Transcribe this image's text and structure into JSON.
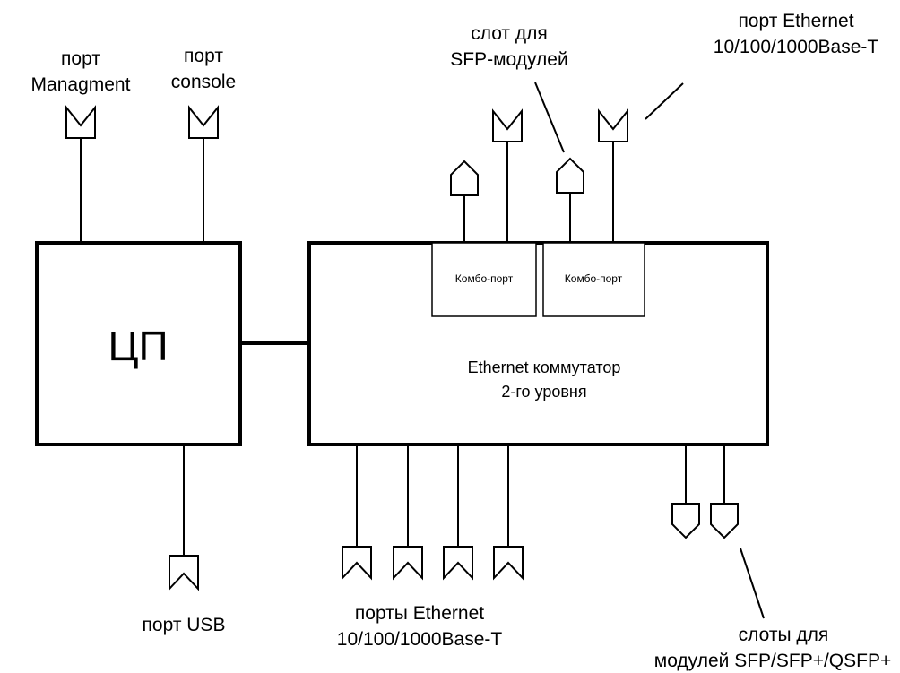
{
  "cpu": {
    "label": "ЦП"
  },
  "switch": {
    "label_line1": "Ethernet коммутатор",
    "label_line2": "2-го уровня"
  },
  "combo_ports": [
    {
      "label": "Комбо-порт"
    },
    {
      "label": "Комбо-порт"
    }
  ],
  "labels": {
    "mgmt": {
      "line1": "порт",
      "line2": "Managment"
    },
    "console": {
      "line1": "порт",
      "line2": "console"
    },
    "sfp_slot": {
      "line1": "слот для",
      "line2": "SFP-модулей"
    },
    "eth_top": {
      "line1": "порт Ethernet",
      "line2": "10/100/1000Base-T"
    },
    "usb": {
      "line1": "порт USB"
    },
    "eth_bottom": {
      "line1": "порты Ethernet",
      "line2": "10/100/1000Base-T"
    },
    "sfp_plus": {
      "line1": "слоты для",
      "line2": "модулей SFP/SFP+/QSFP+"
    }
  },
  "icons": {
    "rj45_port": "notched-socket-icon",
    "sfp_slot": "pentagon-slot-icon"
  }
}
